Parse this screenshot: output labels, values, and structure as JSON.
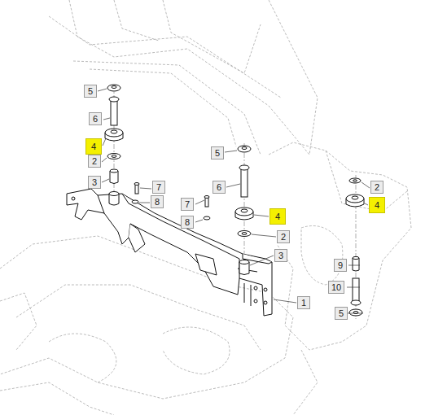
{
  "diagram": {
    "labels": [
      "5",
      "6",
      "4",
      "2",
      "3",
      "7",
      "8",
      "5",
      "6",
      "7",
      "4",
      "8",
      "2",
      "3",
      "1",
      "2",
      "4",
      "9",
      "10",
      "5"
    ]
  }
}
